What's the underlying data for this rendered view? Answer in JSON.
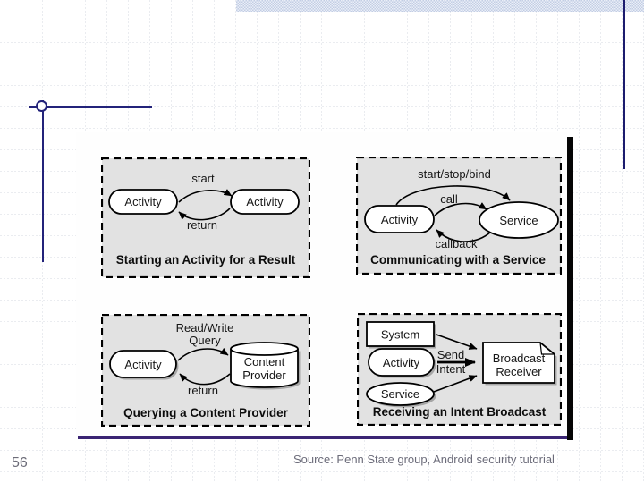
{
  "slide": {
    "page_number": "56",
    "source_caption": "Source: Penn State group, Android security tutorial"
  },
  "diagrams": [
    {
      "id": "starting-activity-for-result",
      "caption": "Starting an Activity for a Result",
      "nodes": {
        "left": "Activity",
        "right": "Activity"
      },
      "arrows": {
        "top": "start",
        "bottom": "return"
      }
    },
    {
      "id": "communicating-with-service",
      "caption": "Communicating with a Service",
      "nodes": {
        "left": "Activity",
        "right": "Service"
      },
      "arrows": {
        "top": "start/stop/bind",
        "middle": "call",
        "bottom": "callback"
      }
    },
    {
      "id": "querying-content-provider",
      "caption": "Querying a Content Provider",
      "nodes": {
        "left": "Activity",
        "right_line1": "Content",
        "right_line2": "Provider"
      },
      "arrows": {
        "top_line1": "Read/Write",
        "top_line2": "Query",
        "bottom": "return"
      }
    },
    {
      "id": "receiving-intent-broadcast",
      "caption": "Receiving an Intent Broadcast",
      "nodes": {
        "top": "System",
        "middle": "Activity",
        "bottom": "Service",
        "right_line1": "Broadcast",
        "right_line2": "Receiver"
      },
      "arrows": {
        "label_line1": "Send",
        "label_line2": "Intent"
      }
    }
  ],
  "colors": {
    "accent_navy": "#23237a",
    "accent_purple": "#3a2473",
    "top_band": "#ccd6e7",
    "diagram_box_fill": "#e2e2e2",
    "grid_line": "#d6d8e0",
    "figure_shadow": "#050505",
    "muted_text": "#6c6c7a"
  }
}
